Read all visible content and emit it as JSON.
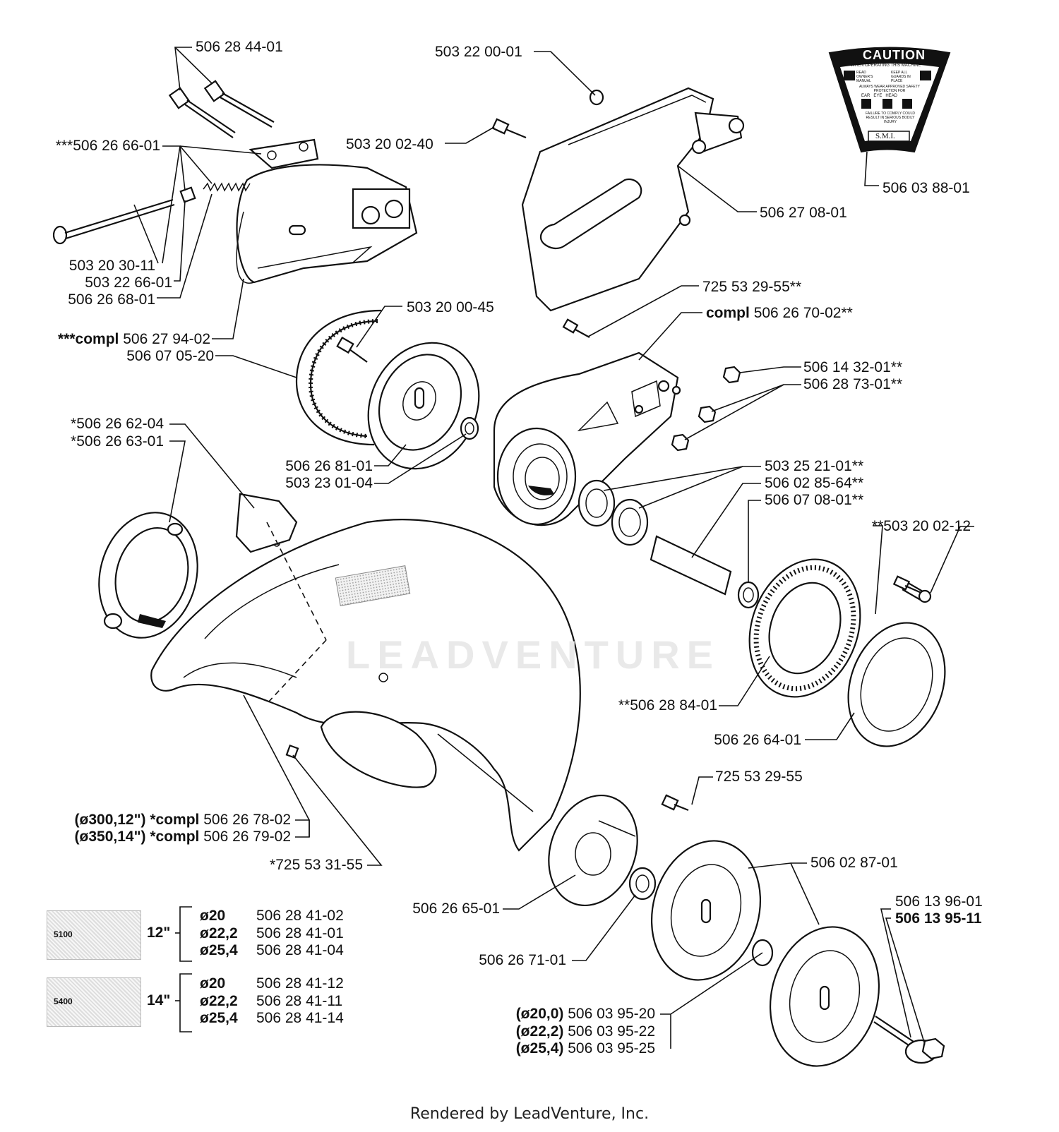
{
  "caution_decal": {
    "heading": "CAUTION",
    "line1": "WHEN OPERATING THIS MACHINE",
    "item_read": "READ OWNER'S MANUAL",
    "item_guards": "KEEP ALL GUARDS IN PLACE",
    "item_wear": "ALWAYS WEAR APPROVED SAFETY PROTECTION FOR",
    "item_ear_eye_head": "EAR   EYE   HEAD",
    "item_failure": "FAILURE TO COMPLY COULD RESULT IN SERIOUS BODILY INJURY",
    "brand": "S.M.I."
  },
  "labels": {
    "p1": "506 28 44-01",
    "p2": "***506 26 66-01",
    "p3": "503 20 30-11",
    "p4": "503 22 66-01",
    "p5": "506 26 68-01",
    "p6_prefix": "***compl",
    "p6": "506 27 94-02",
    "p7": "506 07 05-20",
    "p8": "503 22 00-01",
    "p9": "503 20 02-40",
    "p10": "506 03 88-01",
    "p11": "506 27 08-01",
    "p12": "725 53 29-55**",
    "p13_prefix": "compl",
    "p13": "506 26 70-02**",
    "p14": "503 20 00-45",
    "p15": "506 14 32-01**",
    "p16": "506 28 73-01**",
    "p17": "*506 26 62-04",
    "p18": "*506 26 63-01",
    "p19": "506 26 81-01",
    "p20": "503 23 01-04",
    "p21": "503 25 21-01**",
    "p22": "506 02 85-64**",
    "p23": "506 07 08-01**",
    "p24": "**503 20 02-12",
    "p25": "**506 28 84-01",
    "p26": "506 26 64-01",
    "p27": "725 53 29-55",
    "p28_prefix": "(ø300,12\") *compl",
    "p28": "506 26 78-02",
    "p29_prefix": "(ø350,14\") *compl",
    "p29": "506 26 79-02",
    "p30": "*725 53 31-55",
    "p31": "506 02 87-01",
    "p32": "506 26 65-01",
    "p33": "506 13 96-01",
    "p34": "506 13 95-11",
    "p35": "506 26 71-01",
    "p36_prefix": "(ø20,0)",
    "p36": "506 03 95-20",
    "p37_prefix": "(ø22,2)",
    "p37": "506 03 95-22",
    "p38_prefix": "(ø25,4)",
    "p38": "506 03 95-25"
  },
  "blade_decals": {
    "d12": {
      "size": "12\"",
      "thumb_text": "5100",
      "rows": [
        {
          "dia": "ø20",
          "part": "506 28 41-02"
        },
        {
          "dia": "ø22,2",
          "part": "506 28 41-01"
        },
        {
          "dia": "ø25,4",
          "part": "506 28 41-04"
        }
      ]
    },
    "d14": {
      "size": "14\"",
      "thumb_text": "5400",
      "rows": [
        {
          "dia": "ø20",
          "part": "506 28 41-12"
        },
        {
          "dia": "ø22,2",
          "part": "506 28 41-11"
        },
        {
          "dia": "ø25,4",
          "part": "506 28 41-14"
        }
      ]
    }
  },
  "watermark": "LEADVENTURE",
  "footer": "Rendered by LeadVenture, Inc."
}
